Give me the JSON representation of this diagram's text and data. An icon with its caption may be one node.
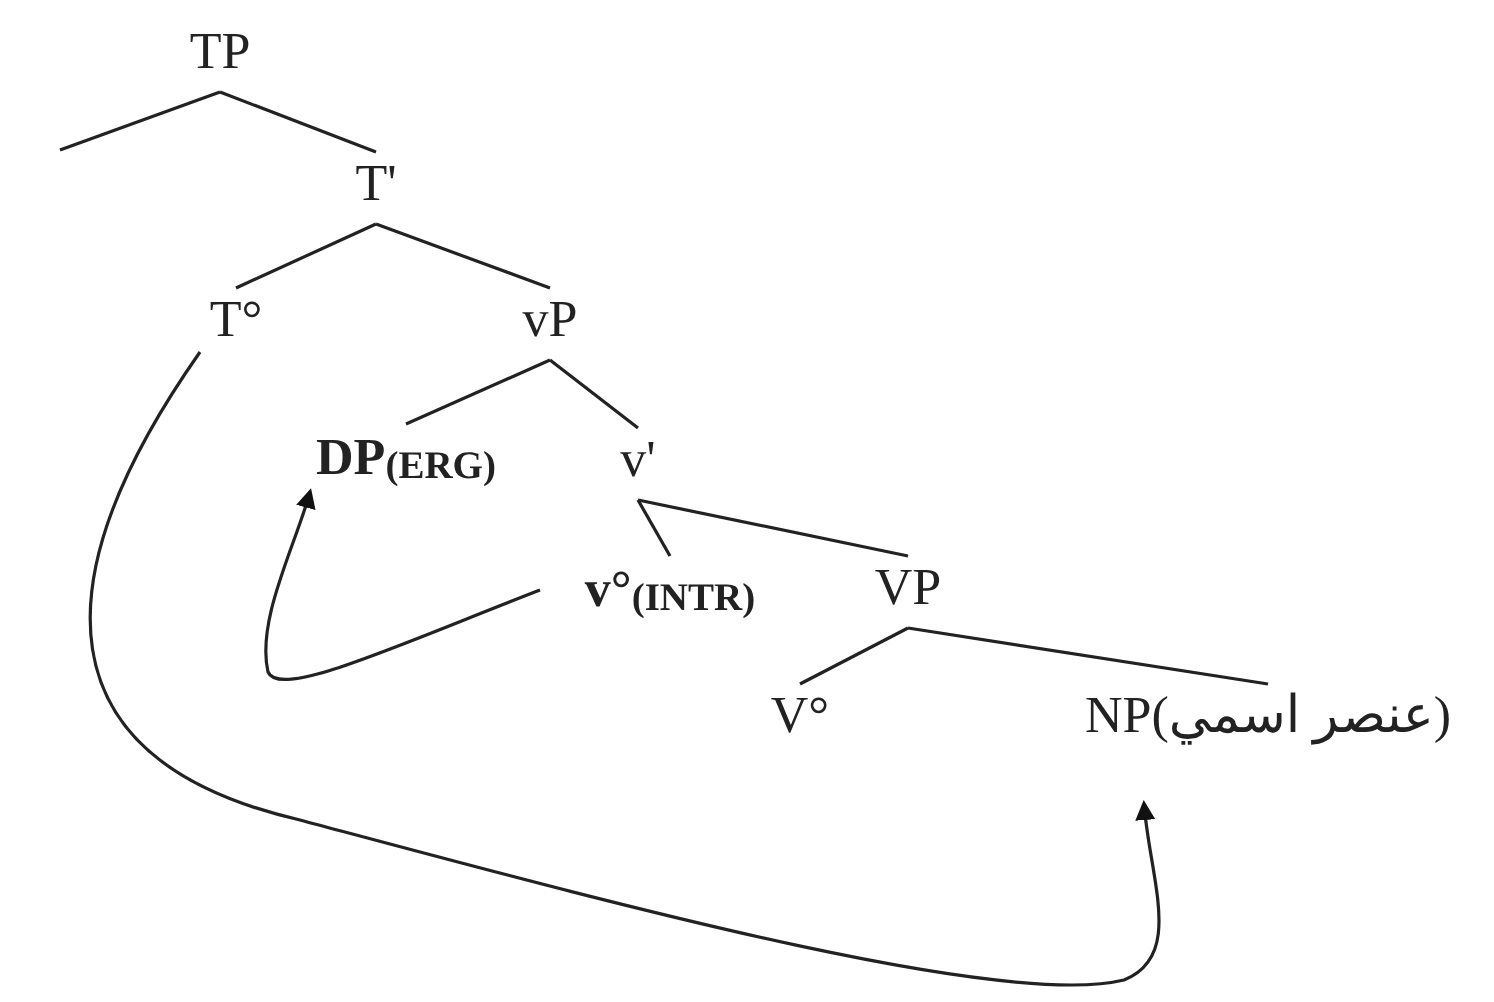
{
  "diagram": {
    "nodes": [
      {
        "text": [
          "TP"
        ]
      },
      {
        "text": [
          "T'"
        ]
      },
      {
        "text": [
          "T°"
        ]
      },
      {
        "text": [
          "vP"
        ]
      },
      {
        "text": [
          "DP$_{(ERG)}$"
        ]
      },
      {
        "text": [
          "v'"
        ]
      },
      {
        "text": [
          "v°$_{(INTR)}$"
        ]
      },
      {
        "text": [
          "VP"
        ]
      },
      {
        "text": [
          "V°"
        ]
      },
      {
        "text": [
          "NP(عنصر اسمي)"
        ]
      }
    ],
    "edges": [
      {
        "from": 0,
        "to": null,
        "arrow": "none"
      },
      {
        "from": 0,
        "to": 1,
        "arrow": "none"
      },
      {
        "from": 1,
        "to": 2,
        "arrow": "none"
      },
      {
        "from": 1,
        "to": 3,
        "arrow": "none"
      },
      {
        "from": 3,
        "to": 4,
        "arrow": "none"
      },
      {
        "from": 3,
        "to": 5,
        "arrow": "none"
      },
      {
        "from": 5,
        "to": 6,
        "arrow": "none"
      },
      {
        "from": 5,
        "to": 7,
        "arrow": "none"
      },
      {
        "from": 7,
        "to": 8,
        "arrow": "none"
      },
      {
        "from": 7,
        "to": 9,
        "arrow": "none"
      },
      {
        "from": 6,
        "to": 4,
        "arrow": "to"
      },
      {
        "from": 2,
        "to": 9,
        "arrow": "to"
      }
    ]
  }
}
